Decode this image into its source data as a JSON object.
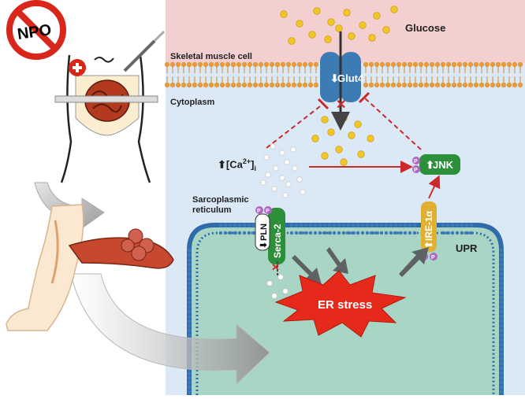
{
  "labels": {
    "npo": "NPO",
    "glucose": "Glucose",
    "skeletal_muscle_cell": "Skeletal muscle cell",
    "cytoplasm": "Cytoplasm",
    "glut4": "Glut4",
    "ca_base": "[Ca",
    "ca_sup": "2+",
    "ca_close": "]",
    "ca_sub": "i",
    "jnk": "JNK",
    "sarcoplasmic": "Sarcoplasmic",
    "reticulum": "reticulum",
    "pln": "PLN",
    "serca2": "Serca-2",
    "ire1a": "IRE-1α",
    "upr": "UPR",
    "er_stress": "ER stress",
    "p": "P"
  },
  "colors": {
    "extracellular": "#f4cfcf",
    "cytoplasm": "#dbe9f6",
    "er_fill": "#a9d6c4",
    "membrane_head": "#e59a40",
    "er_membrane_head": "#3d78b8",
    "glut4": "#3d7bb5",
    "green_protein": "#2c8f3a",
    "ire1a": "#e0b030",
    "phospho": "#b067c4",
    "glucose_dot": "#f0c62a",
    "inhibit_red": "#cc2a2a",
    "er_stress": "#e52a1c",
    "grey_arrow": "#5f6264"
  }
}
